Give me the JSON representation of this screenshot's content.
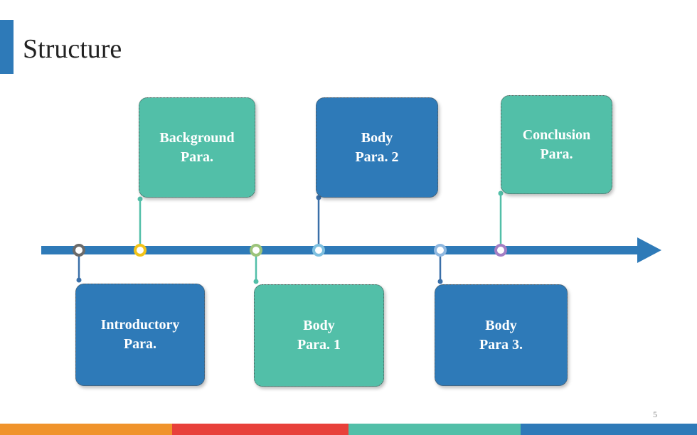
{
  "slide": {
    "title": "Structure",
    "page_number": "5"
  },
  "timeline": {
    "boxes": [
      {
        "id": "introductory",
        "label": "Introductory\nPara.",
        "color": "#2e7ab8"
      },
      {
        "id": "background",
        "label": "Background\nPara.",
        "color": "#52bfa8"
      },
      {
        "id": "body1",
        "label": "Body\nPara. 1",
        "color": "#52bfa8"
      },
      {
        "id": "body2",
        "label": "Body\nPara. 2",
        "color": "#2e7ab8"
      },
      {
        "id": "body3",
        "label": "Body\nPara 3.",
        "color": "#2e7ab8"
      },
      {
        "id": "conclusion",
        "label": "Conclusion\nPara.",
        "color": "#52bfa8"
      }
    ]
  },
  "colors": {
    "accent": "#2e7ab8",
    "teal": "#52bfa8",
    "footer": [
      "#f0932b",
      "#e8403a",
      "#52bfa8",
      "#2e7ab8"
    ]
  }
}
